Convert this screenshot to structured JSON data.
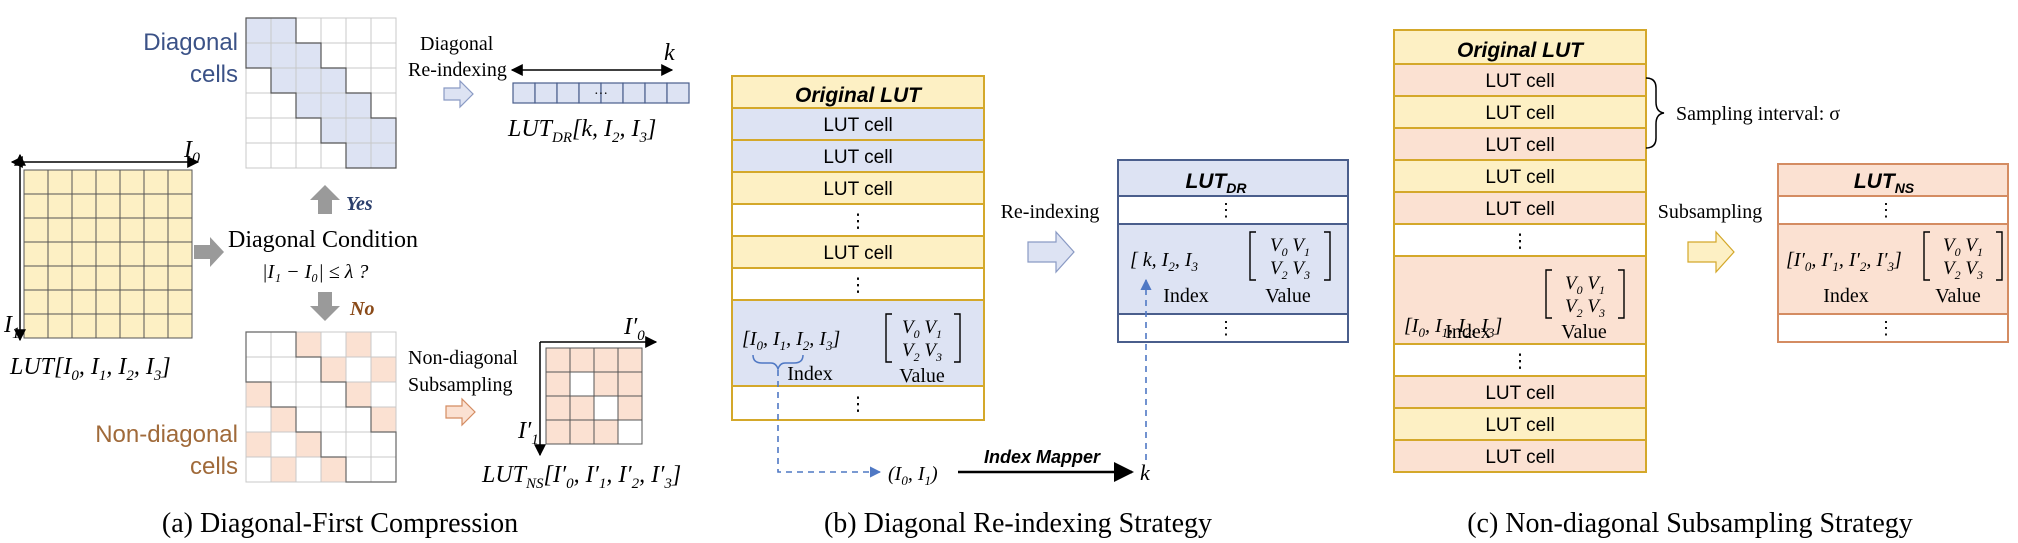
{
  "colors": {
    "yellow": "#fdf0c4",
    "yellow_border": "#d4a82a",
    "blue": "#dde3f3",
    "blue_border": "#4a5e8c",
    "peach": "#fbe1d2",
    "peach_border": "#d48c62",
    "grid_line": "#c8c8c8",
    "dark_grid": "#444444",
    "yes_color": "#2b3f6c",
    "no_color": "#8a4a18",
    "diag_label": "#3b5287",
    "nondiag_label": "#a06a3a",
    "arrow_gray": "#999999",
    "dashed_blue": "#4f78c4"
  },
  "panel_a": {
    "caption": "(a) Diagonal-First Compression",
    "axis_i0": "I",
    "axis_i0_sub": "0",
    "axis_i1": "I",
    "axis_i1_sub": "1",
    "lut_label": "LUT",
    "lut_args": "[I",
    "diagonal_condition": "Diagonal Condition",
    "condition_formula": "|I₁ − I₀| ≤ λ ?",
    "yes": "Yes",
    "no": "No",
    "diagonal_cells_line1": "Diagonal",
    "diagonal_cells_line2": "cells",
    "nondiag_cells_line1": "Non-diagonal",
    "nondiag_cells_line2": "cells",
    "diag_reindex_line1": "Diagonal",
    "diag_reindex_line2": "Re-indexing",
    "k_label": "k",
    "bar_dots": "···",
    "lut_dr_label": "LUT",
    "lut_dr_sub": "DR",
    "lut_dr_args": "[k, I₂, I₃]",
    "nondiag_sub_line1": "Non-diagonal",
    "nondiag_sub_line2": "Subsampling",
    "i0_prime": "I′",
    "i0_prime_sub": "0",
    "i1_prime": "I′",
    "i1_prime_sub": "1",
    "lut_ns_label": "LUT",
    "lut_ns_sub": "NS",
    "lut_ns_args": "[I′₀, I′₁, I′₂, I′₃]"
  },
  "panel_b": {
    "caption": "(b) Diagonal Re-indexing Strategy",
    "original_lut_title": "Original LUT",
    "rows": [
      "LUT cell",
      "LUT cell",
      "LUT cell",
      "⋮",
      "LUT cell",
      "⋮"
    ],
    "index_tuple": "[I₀, I₁, I₂, I₃]",
    "index_label": "Index",
    "value_label": "Value",
    "matrix_row1": "V₀   V₁",
    "matrix_row2": "V₂   V₃",
    "bottom_dots": "⋮",
    "reindexing_label": "Re-indexing",
    "lut_dr_title": "LUT",
    "lut_dr_title_sub": "DR",
    "dr_top_dots": "⋮",
    "dr_index_tuple": "[ k,  I₂,  I₃",
    "dr_bottom_dots": "⋮",
    "mapper_input": "(I₀, I₁)",
    "index_mapper": "Index Mapper",
    "mapper_output": "k"
  },
  "panel_c": {
    "caption": "(c) Non-diagonal Subsampling Strategy",
    "original_lut_title": "Original LUT",
    "top_rows": [
      "LUT cell",
      "LUT cell",
      "LUT cell",
      "LUT cell",
      "LUT cell",
      "⋮"
    ],
    "index_tuple": "[I₀, I₁, I₂, I₃]",
    "index_label": "Index",
    "value_label": "Value",
    "matrix_row1": "V₀   V₁",
    "matrix_row2": "V₂   V₃",
    "mid_dots": "⋮",
    "bottom_rows": [
      "LUT cell",
      "LUT cell",
      "LUT cell"
    ],
    "sampling_interval": "Sampling interval: σ",
    "subsampling_label": "Subsampling",
    "lut_ns_title": "LUT",
    "lut_ns_title_sub": "NS",
    "ns_top_dots": "⋮",
    "ns_index_tuple": "[I′₀, I′₁, I′₂, I′₃]",
    "ns_bottom_dots": "⋮"
  }
}
